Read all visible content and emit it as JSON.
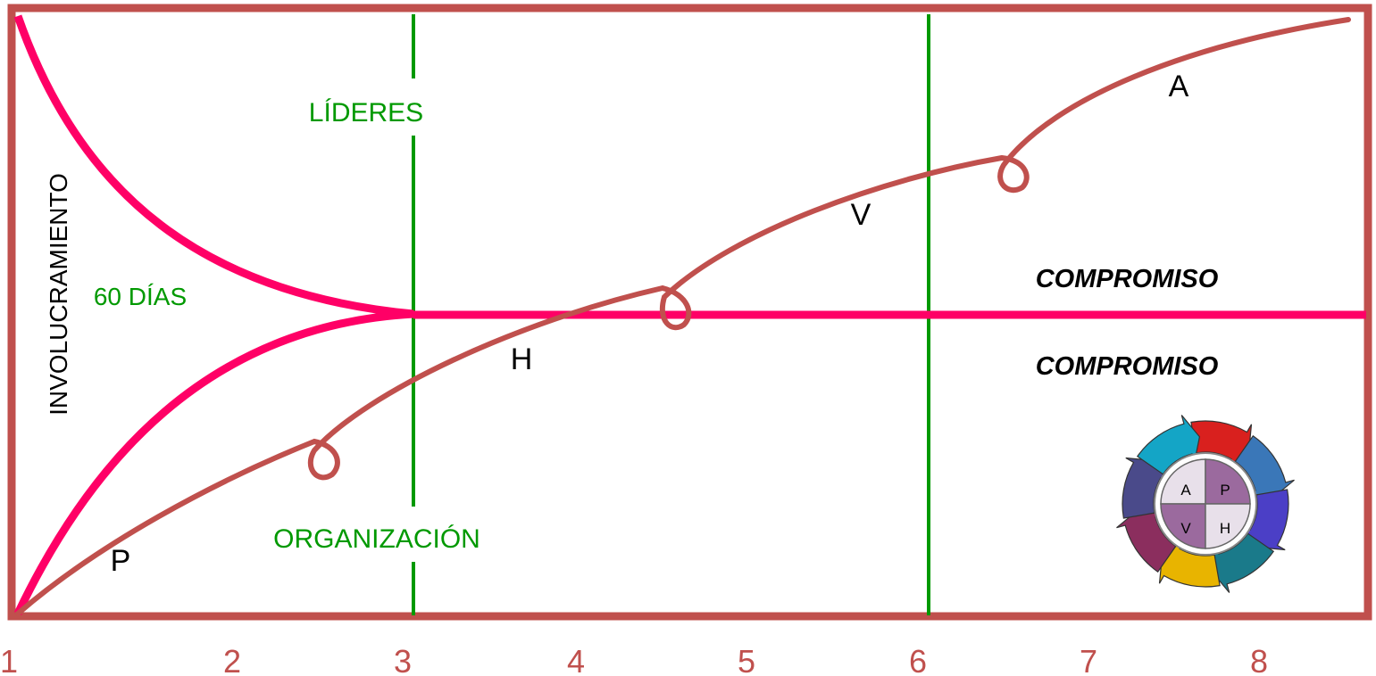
{
  "colors": {
    "frame": "#c0504d",
    "pink_curve": "#ff0066",
    "pdca_curve": "#c0504d",
    "green_lines": "#009900",
    "green_text": "#009900",
    "axis_numbers": "#c0504d",
    "text_dark": "#000000"
  },
  "y_axis_label": "INVOLUCRAMIENTO",
  "x_axis_ticks": [
    "1",
    "2",
    "3",
    "4",
    "5",
    "6",
    "7",
    "8"
  ],
  "labels": {
    "lideres": "LÍDERES",
    "organizacion": "ORGANIZACIÓN",
    "sesenta_dias": "60 DÍAS",
    "compromiso_upper": "COMPROMISO",
    "compromiso_lower": "COMPROMISO"
  },
  "phase_labels": {
    "p": "P",
    "h": "H",
    "v": "V",
    "a": "A"
  },
  "cycle_icon": {
    "quadrants": [
      "A",
      "P",
      "V",
      "H"
    ],
    "arrow_colors": [
      "#d9201e",
      "#3a77b8",
      "#4b3fc6",
      "#1a7a8a",
      "#e8b400",
      "#8b2e5e",
      "#4a4a8a",
      "#14a5c6"
    ]
  }
}
